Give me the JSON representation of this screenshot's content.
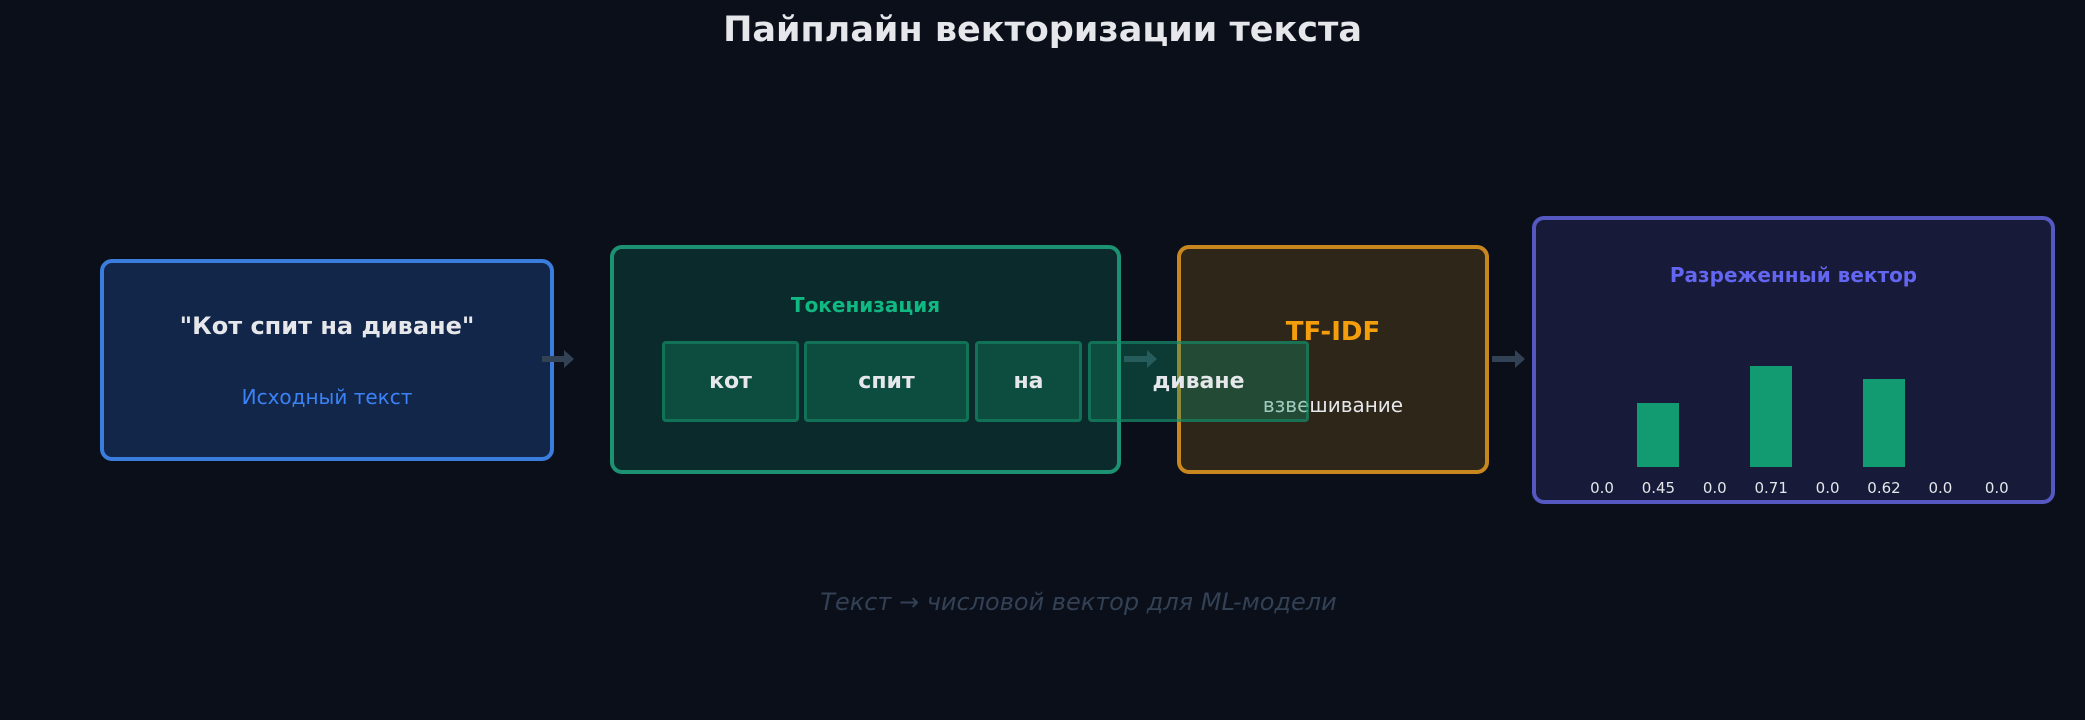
{
  "title": "Пайплайн векторизации текста",
  "source": {
    "text": "\"Кот спит на диване\"",
    "label": "Исходный текст"
  },
  "tokenization": {
    "title": "Токенизация",
    "tokens": [
      "кот",
      "спит",
      "на",
      "диване"
    ]
  },
  "weighting": {
    "title": "TF-IDF",
    "label": "взвешивание"
  },
  "vector": {
    "title": "Разреженный вектор",
    "values": [
      0.0,
      0.45,
      0.0,
      0.71,
      0.0,
      0.62,
      0.0,
      0.0
    ],
    "labels": [
      "0.0",
      "0.45",
      "0.0",
      "0.71",
      "0.0",
      "0.62",
      "0.0",
      "0.0"
    ]
  },
  "footer": "Текст → числовой вектор для ML-модели",
  "colors": {
    "source": "#3b7ddd",
    "tokenization": "#10b981",
    "weighting": "#f59e0b",
    "vector": "#6366f1",
    "bar": "#129a70"
  }
}
